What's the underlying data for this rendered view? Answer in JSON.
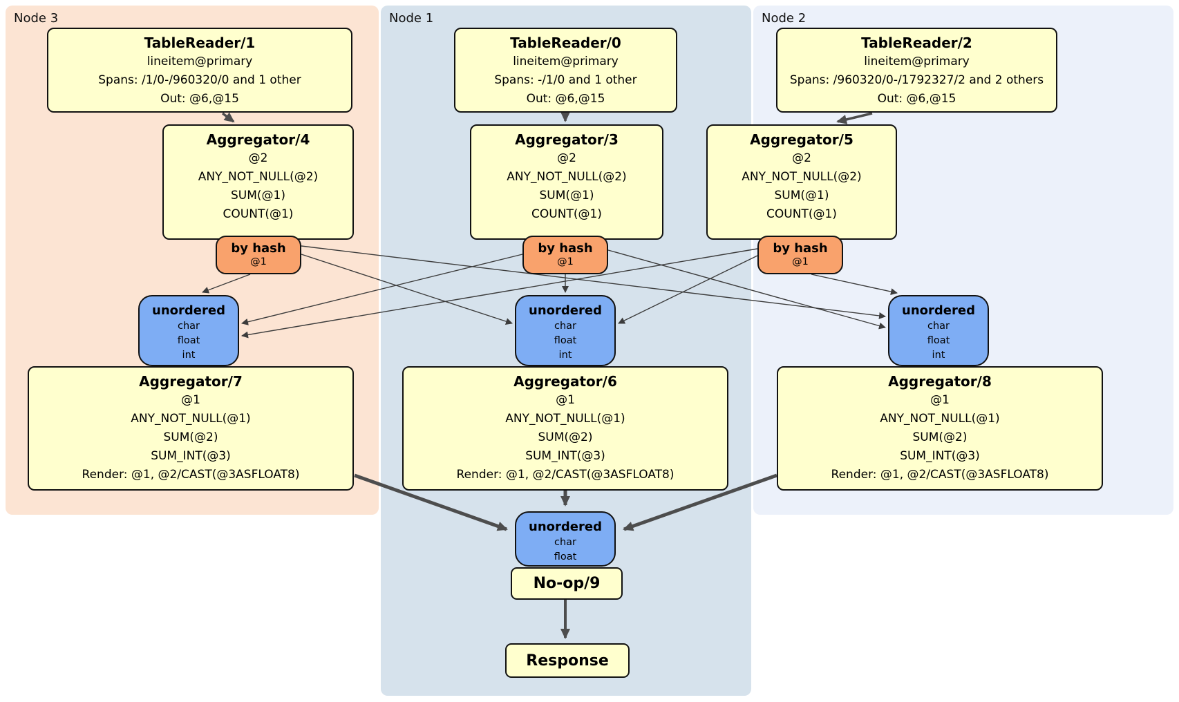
{
  "colors": {
    "node3_panel": "#fce4d3",
    "node1_panel": "#d6e2ec",
    "node2_panel": "#ecf1fa",
    "processor_box": "#ffffce",
    "hash_router": "#f9a26c",
    "sync_box": "#7eadf4",
    "edge": "#4d4d4d"
  },
  "nodes": [
    {
      "label": "Node 3",
      "table_reader": {
        "title": "TableReader/1",
        "lines": [
          "lineitem@primary",
          "Spans: /1/0-/960320/0 and 1 other",
          "Out: @6,@15"
        ]
      },
      "aggregator_top": {
        "title": "Aggregator/4",
        "lines": [
          "@2",
          "ANY_NOT_NULL(@2)",
          "SUM(@1)",
          "COUNT(@1)"
        ]
      },
      "router": {
        "title": "by hash",
        "detail": "@1"
      },
      "sync": {
        "title": "unordered",
        "lines": [
          "char",
          "float",
          "int"
        ]
      },
      "aggregator_bottom": {
        "title": "Aggregator/7",
        "lines": [
          "@1",
          "ANY_NOT_NULL(@1)",
          "SUM(@2)",
          "SUM_INT(@3)",
          "Render: @1, @2/CAST(@3ASFLOAT8)"
        ]
      }
    },
    {
      "label": "Node 1",
      "table_reader": {
        "title": "TableReader/0",
        "lines": [
          "lineitem@primary",
          "Spans: -/1/0 and 1 other",
          "Out: @6,@15"
        ]
      },
      "aggregator_top": {
        "title": "Aggregator/3",
        "lines": [
          "@2",
          "ANY_NOT_NULL(@2)",
          "SUM(@1)",
          "COUNT(@1)"
        ]
      },
      "router": {
        "title": "by hash",
        "detail": "@1"
      },
      "sync": {
        "title": "unordered",
        "lines": [
          "char",
          "float",
          "int"
        ]
      },
      "aggregator_bottom": {
        "title": "Aggregator/6",
        "lines": [
          "@1",
          "ANY_NOT_NULL(@1)",
          "SUM(@2)",
          "SUM_INT(@3)",
          "Render: @1, @2/CAST(@3ASFLOAT8)"
        ]
      }
    },
    {
      "label": "Node 2",
      "table_reader": {
        "title": "TableReader/2",
        "lines": [
          "lineitem@primary",
          "Spans: /960320/0-/1792327/2 and 2 others",
          "Out: @6,@15"
        ]
      },
      "aggregator_top": {
        "title": "Aggregator/5",
        "lines": [
          "@2",
          "ANY_NOT_NULL(@2)",
          "SUM(@1)",
          "COUNT(@1)"
        ]
      },
      "router": {
        "title": "by hash",
        "detail": "@1"
      },
      "sync": {
        "title": "unordered",
        "lines": [
          "char",
          "float",
          "int"
        ]
      },
      "aggregator_bottom": {
        "title": "Aggregator/8",
        "lines": [
          "@1",
          "ANY_NOT_NULL(@1)",
          "SUM(@2)",
          "SUM_INT(@3)",
          "Render: @1, @2/CAST(@3ASFLOAT8)"
        ]
      }
    }
  ],
  "final_stage": {
    "sync": {
      "title": "unordered",
      "lines": [
        "char",
        "float"
      ]
    },
    "noop_label": "No-op/9",
    "response_label": "Response"
  }
}
